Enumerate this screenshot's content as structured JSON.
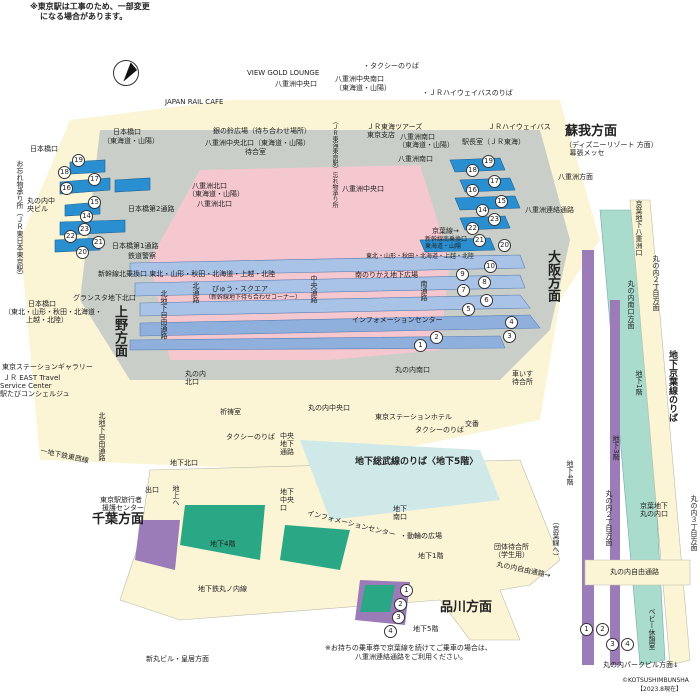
{
  "notice": {
    "line1": "※東京駅は工事のため、一部変更",
    "line2": "になる場合があります。"
  },
  "labels": {
    "view_gold_lounge": "VIEW GOLD LOUNGE",
    "yaesu_central": "八重洲中央口",
    "japan_rail_cafe": "JAPAN RAIL CAFE",
    "yaesu_central_south": "八重洲中央南口",
    "yaesu_central_south_sub": "（東海道・山陽）",
    "taxi_top": "・タクシーのりば",
    "jr_highway_bus_stop": "・ＪＲハイウェイバスのりば",
    "jr_highway_bus": "ＪＲハイウェイバス",
    "nihonbashi_tokaido": "日本橋口",
    "nihonbashi_tokaido_sub": "（東海道・山陽）",
    "gin_no_suzu": "銀の鈴広場（待ち合わせ場所）",
    "yaesu_central_north": "八重洲中央北口（東海道・山陽）",
    "waiting_room": "待合室",
    "nihonbashi": "日本橋口",
    "soga": "蘇我方面",
    "disney": "ディズニーリゾート",
    "makuhari": "幕張メッセ",
    "direction": "方面",
    "jr_tokai_tours": "ＪＲ東海ツアーズ",
    "jr_tokai_tours_branch": "東京支店",
    "yaesu_south_tokaido": "八重洲南口",
    "yaesu_south_tokaido_sub": "（東海道・山陽）",
    "stationmaster": "駅長室（ＪＲ東海）",
    "yaesu_north_tokaido": "八重洲北口",
    "yaesu_north_tokaido_sub": "（東海道・山陽）",
    "yaesu_north": "八重洲北口",
    "yaesu_central_2": "八重洲中央口",
    "yaesu_south": "八重洲南口",
    "yaesu_direction": "八重洲方面",
    "yaesu_connecting": "八重洲連絡通路",
    "keiyo_arrow": "京葉線→",
    "nihonbashi_2": "日本橋第2通路",
    "nihonbashi_1": "日本橋第1通路",
    "railway_police": "鉄道警察",
    "lost_found_east": "お忘れ物承り所（ＪＲ東日本東京駅）",
    "marunouchi_central_bldg": "丸の内中央ビル",
    "lost_found_tokai": "（ＪＲ東海東京駅）忘れ物承り所",
    "shinkansen_north_transfer": "新幹線北乗換口 東北・山形・秋田・北海道・上越・北陸",
    "shinkansen_south_transfer": "新幹線南乗換口",
    "shinkansen_south_transfer_sub": "東海道・山陽",
    "tohoku_lines": "東北・山形・秋田・北海道・上越・北陸",
    "south_transfer_plaza": "南のりかえ地下広場",
    "pyuu_square": "ぴゅう・スクエア",
    "pyuu_square_sub": "（新幹線地下待ち合わせコーナー）",
    "gransta_north": "グランスタ地下北口",
    "nihonbashi_tohoku": "日本橋口",
    "nihonbashi_tohoku_sub1": "（東北・山形・秋田・北海道・",
    "nihonbashi_tohoku_sub2": "上越・北陸）",
    "ueno": "上野方面",
    "north_underground_passage": "北地下自由通路",
    "north_passage": "北通路",
    "central_passage": "中央通路",
    "south_passage": "南通路",
    "osaka": "大阪方面",
    "info_center": "インフォメーションセンター",
    "gallery": "東京ステーションギャラリー",
    "jr_east_travel": "ＪＲ EAST Travel",
    "service_center": "Service Center",
    "concierge": "駅たびコンシェルジュ",
    "marunouchi_north": "丸の内北口",
    "marunouchi_south": "丸の内南口",
    "wheelchair_waiting": "車いす待合所",
    "prayer_room": "祈祷室",
    "marunouchi_central": "丸の内中央口",
    "station_hotel": "東京ステーションホテル",
    "koban": "交番",
    "taxi_left": "タクシーのりば",
    "taxi_right": "タクシーのりば",
    "central_underground": "中央地下通路",
    "sobu_platform": "地下総武線のりば〈地下5階〉",
    "north_underground_2": "北地下自由通路",
    "tozai_line": "一地下鉄東西線",
    "underground_north": "地下北口",
    "exit": "出口",
    "to_ground": "地上へ",
    "traveler_aid": "東京駅旅行者",
    "traveler_aid_2": "援護センター",
    "chiba": "千葉方面",
    "underground_central": "地下中央口",
    "info_center_2": "インフォメーションセンター",
    "b4f": "地下4階",
    "marunouchi_line": "地下鉄丸ノ内線",
    "shin_maru": "新丸ビル・皇居方面",
    "underground_south": "地下南口",
    "dorin_plaza": "・動輪の広場",
    "b1f": "地下1階",
    "group_waiting": "団体待合所",
    "group_waiting_sub": "（学生用）",
    "marunouchi_free_passage": "丸の内自由通路→",
    "to_keiyo": "（京葉線へ）",
    "shinagawa": "品川方面",
    "b5f": "地下5階",
    "keiyo_note1": "※お持ちの乗車券で京葉線を続けてご乗車の場合は、",
    "keiyo_note2": "八重洲連絡通路をご利用ください。",
    "keiyo_platform": "地下京葉線のりば",
    "marunouchi_2chome": "丸の内２丁目方面",
    "keiyo_yaesu": "京葉地下八重洲口",
    "marunouchi_south_dir": "丸の内南口方面",
    "keiyo_b1f": "地下1階",
    "keiyo_b3f": "地下3階",
    "keiyo_b4f": "地下4階",
    "marunouchi_2chome_2": "丸の内２丁目方面",
    "keiyo_marunouchi": "京葉地下丸の内口",
    "marunouchi_3chome": "丸の内３丁目方面",
    "marunouchi_free_passage_2": "丸の内自由通路",
    "baby_room": "ベビー休憩室",
    "park_bldg": "丸の内パークビル方面↓",
    "copyright": "©KOTSUSHIMBUNSHA",
    "date": "【2023.8現在】"
  },
  "platforms": {
    "tokaido_left": [
      "19",
      "18",
      "17",
      "16",
      "15",
      "14",
      "23",
      "22",
      "21",
      "20"
    ],
    "tokaido_right": [
      "19",
      "18",
      "17",
      "16",
      "15",
      "14",
      "23",
      "22",
      "21",
      "20"
    ],
    "conventional": [
      "10",
      "9",
      "8",
      "7",
      "6",
      "5",
      "4",
      "3",
      "2",
      "1"
    ],
    "keiyo": [
      "1",
      "2",
      "3",
      "4"
    ],
    "sobu": [
      "1",
      "2",
      "3",
      "4"
    ]
  },
  "colors": {
    "concourse": "#fbf5d6",
    "platform_blue": "#2a8fd1",
    "platform_light": "#a9c3e6",
    "concourse_pink": "#f5c7cf",
    "building": "#c9cfc8",
    "sobu_teal": "#2aa784",
    "keiyo_purple": "#9b7bb8",
    "keiyo_teal": "#a9dccd"
  }
}
